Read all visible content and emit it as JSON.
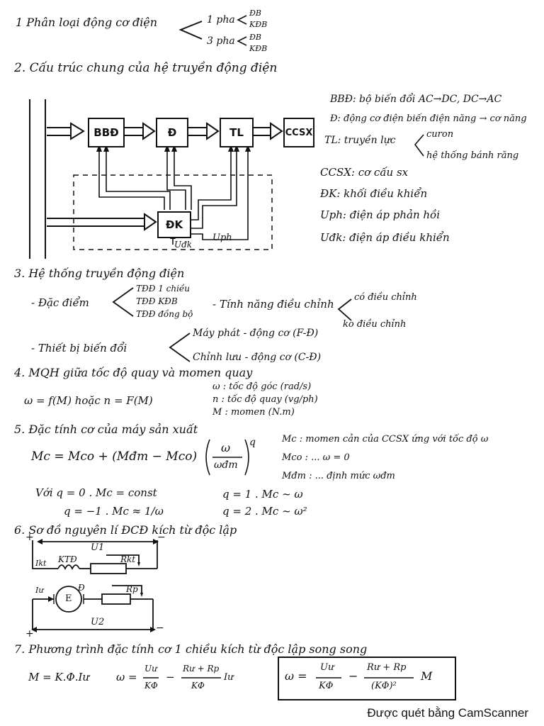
{
  "s1": {
    "text": "1  Phân loại động cơ điện",
    "b1": "1 pha",
    "b2": "3 pha",
    "db": "ĐB",
    "kdb": "KĐB"
  },
  "s2": {
    "title": "2. Cấu trúc chung của hệ truyền động điện",
    "blocks": {
      "bbd": "BBĐ",
      "d": "Đ",
      "tl": "TL",
      "ccsx": "CCSX",
      "dk": "ĐK"
    },
    "udk": "Uđk",
    "uph": "Uph",
    "notes": [
      "BBĐ: bộ biến đổi AC→DC, DC→AC",
      "Đ: động cơ điện  biến điện năng → cơ năng",
      "TL: truyền lực",
      "CCSX: cơ cấu sx",
      "ĐK: khối điều khiển",
      "Uph: điện áp phản hồi",
      "Uđk: điện áp điều khiển"
    ],
    "tl_opts": [
      "curon",
      "hệ thống bánh răng"
    ]
  },
  "s3": {
    "title": "3. Hệ thống truyền động điện",
    "dac_diem": "- Đặc điểm",
    "dd_opts": [
      "TĐĐ 1 chiều",
      "TĐĐ KĐB",
      "TĐĐ đồng bộ"
    ],
    "tinh_nang": "- Tính năng điều chỉnh",
    "tn_opts": [
      "có điều chỉnh",
      "ko điều chỉnh"
    ],
    "thiet_bi": "- Thiết bị biến đổi",
    "tb_opts": [
      "Máy phát - động cơ (F-Đ)",
      "Chỉnh lưu - động cơ (C-Đ)"
    ]
  },
  "s4": {
    "title": "4. MQH giữa tốc độ quay và momen quay",
    "eq": "ω = f(M) hoặc n = F(M)",
    "defs": [
      "ω : tốc độ góc (rad/s)",
      "n : tốc độ quay (vg/ph)",
      "M : momen (N.m)"
    ]
  },
  "s5": {
    "title": "5. Đặc tính cơ của máy sản xuất",
    "eq_left": "Mc = Mco + (Mđm − Mco)",
    "frac_num": "ω",
    "frac_den": "ωđm",
    "exp": "q",
    "defs": [
      "Mc : momen cản của CCSX ứng với tốc độ ω",
      "Mco : ... ω = 0",
      "Mđm : ... định mức ωđm"
    ],
    "cases": [
      "Với  q = 0 . Mc = const",
      "q = −1 . Mc ≈ 1/ω",
      "q = 1 . Mc ~ ω",
      "q = 2 . Mc ~ ω²"
    ]
  },
  "s6": {
    "title": "6. Sơ đồ nguyên lí ĐCĐ kích từ độc lập",
    "u1": "U1",
    "u2": "U2",
    "ikt": "Ikt",
    "ktd": "KTĐ",
    "rkt": "Rkt",
    "iu": "Iư",
    "e": "E",
    "d": "Đ",
    "rp": "Rp",
    "plus": "+",
    "minus": "−"
  },
  "s7": {
    "title": "7. Phương trình đặc tính cơ 1 chiều kích từ độc lập song song",
    "eq1": "M = K.Φ.Iư",
    "eq2_lhs": "ω =",
    "eq2_n1": "Uư",
    "eq2_d1": "KΦ",
    "eq2_n2": "Rư + Rp",
    "eq2_d2": "KΦ",
    "eq2_tail": "Iư",
    "box_lhs": "ω =",
    "box_n1": "Uư",
    "box_d1": "KΦ",
    "box_n2": "Rư + Rp",
    "box_d2": "(KΦ)²",
    "box_tail": "M"
  },
  "footer": "Được quét bằng CamScanner"
}
